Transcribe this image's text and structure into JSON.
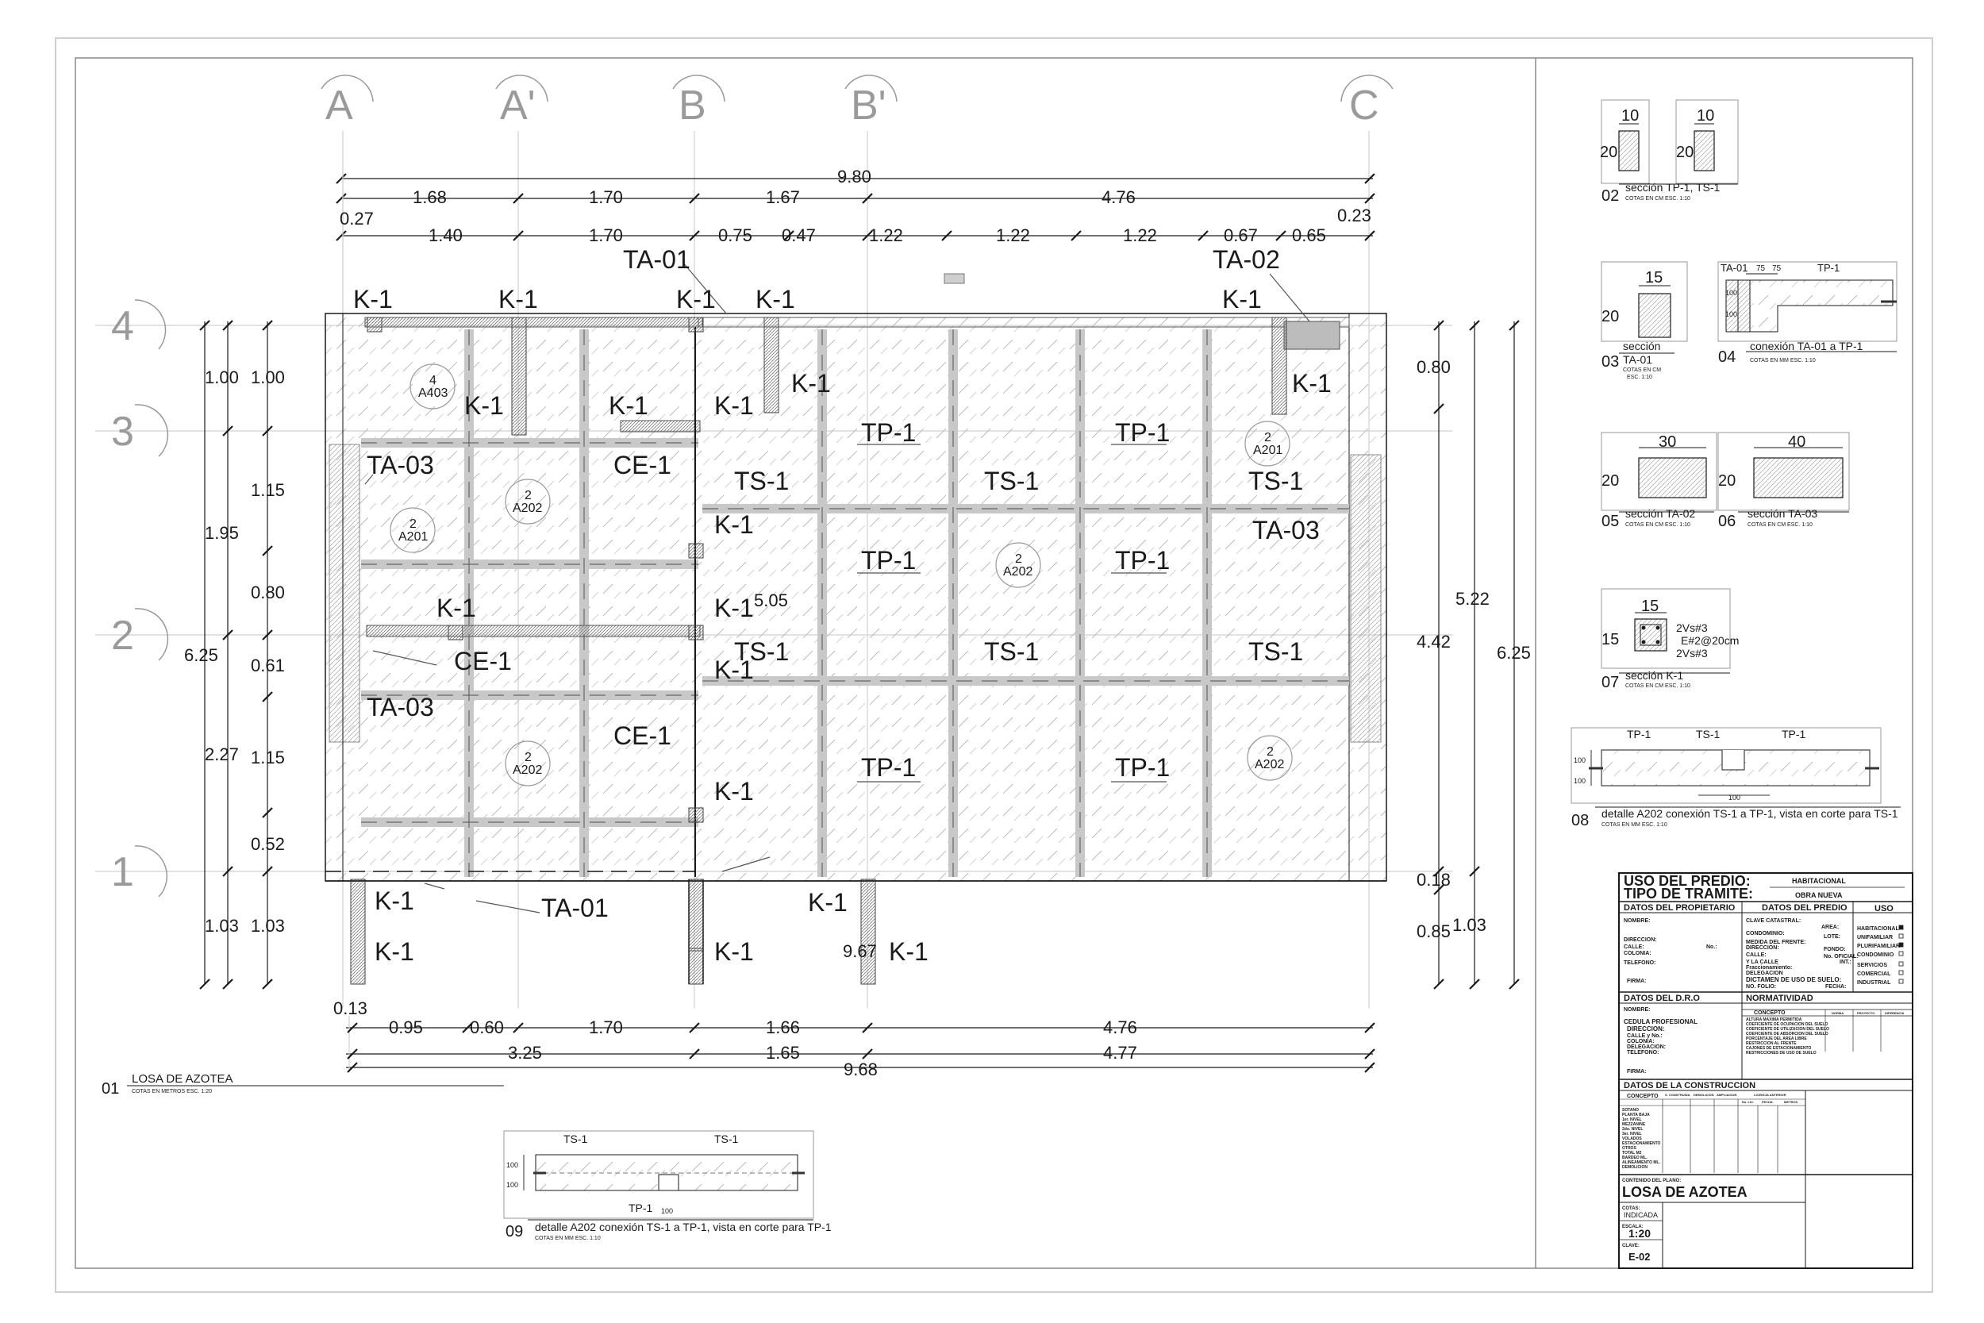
{
  "axes": {
    "columns": [
      "A",
      "A'",
      "B",
      "B'",
      "C"
    ],
    "rows": [
      "4",
      "3",
      "2",
      "1"
    ]
  },
  "dimensions": {
    "top_total": "9.80",
    "top_row1": [
      "1.68",
      "1.70",
      "1.67",
      "4.76"
    ],
    "top_row2": [
      "1.40",
      "1.70",
      "0.75",
      "0.47",
      "1.22",
      "1.22",
      "1.22",
      "0.67",
      "0.65"
    ],
    "top_left_offset": "0.27",
    "top_right_offset": "0.23",
    "bottom_row1": [
      "0.95",
      "0.60",
      "1.70",
      "1.66",
      "4.76"
    ],
    "bottom_row2": [
      "3.25",
      "1.65",
      "4.77"
    ],
    "bottom_total": "9.68",
    "bottom_left_offset": "0.13",
    "left_outer": "6.25",
    "left_mid": [
      "1.00",
      "1.95",
      "2.27",
      "1.03"
    ],
    "left_inner": [
      "1.00",
      "1.15",
      "0.80",
      "0.61",
      "1.15",
      "0.52",
      "1.03"
    ],
    "right_inner": [
      "0.80",
      "4.42",
      "0.18",
      "0.85"
    ],
    "right_mid": [
      "5.22",
      "1.03"
    ],
    "right_outer": "6.25",
    "center_v1": "5.05",
    "center_v2": "9.67"
  },
  "labels": {
    "k1": "K-1",
    "tp1": "TP-1",
    "ts1": "TS-1",
    "ce1": "CE-1",
    "ta01": "TA-01",
    "ta02": "TA-02",
    "ta03": "TA-03"
  },
  "detail_refs": [
    {
      "num": "4",
      "code": "A403"
    },
    {
      "num": "2",
      "code": "A201"
    },
    {
      "num": "2",
      "code": "A202"
    },
    {
      "num": "2",
      "code": "A202"
    },
    {
      "num": "2",
      "code": "A202"
    },
    {
      "num": "2",
      "code": "A201"
    },
    {
      "num": "2",
      "code": "A202"
    }
  ],
  "main_title": {
    "num": "01",
    "name": "LOSA DE AZOTEA",
    "note": "COTAS EN METROS ESC. 1:20"
  },
  "details": {
    "d02": {
      "num": "02",
      "name": "sección TP-1, TS-1",
      "note": "COTAS EN CM ESC. 1:10",
      "w": "10",
      "h": "20"
    },
    "d03": {
      "num": "03",
      "name_a": "sección",
      "name_b": "TA-01",
      "note_a": "COTAS EN CM",
      "note_b": "ESC. 1:10",
      "w": "15",
      "h": "20"
    },
    "d04": {
      "num": "04",
      "name": "conexión TA-01 a TP-1",
      "note": "COTAS EN MM ESC. 1:10",
      "ta": "TA-01",
      "tp": "TP-1",
      "d75": "75",
      "d100": "100"
    },
    "d05": {
      "num": "05",
      "name": "sección TA-02",
      "note": "COTAS EN CM ESC. 1:10",
      "w": "30",
      "h": "20"
    },
    "d06": {
      "num": "06",
      "name": "sección TA-03",
      "note": "COTAS EN CM ESC. 1:10",
      "w": "40",
      "h": "20"
    },
    "d07": {
      "num": "07",
      "name": "sección K-1",
      "note": "COTAS EN CM ESC. 1:10",
      "w": "15",
      "h": "15",
      "bars_top": "2Vs#3",
      "stirrups": "E#2@20cm",
      "bars_bottom": "2Vs#3"
    },
    "d08": {
      "num": "08",
      "name": "detalle A202 conexión TS-1 a TP-1, vista en corte para TS-1",
      "note": "COTAS EN MM ESC. 1:10",
      "tp": "TP-1",
      "ts": "TS-1",
      "d100": "100"
    },
    "d09": {
      "num": "09",
      "name": "detalle A202 conexión TS-1 a TP-1, vista en corte para TP-1",
      "note": "COTAS EN MM ESC. 1:10",
      "ts": "TS-1",
      "tp": "TP-1",
      "d100": "100"
    }
  },
  "title_block": {
    "uso_predio_label": "USO DEL PREDIO:",
    "uso_predio_value": "HABITACIONAL",
    "tipo_tramite_label": "TIPO DE TRAMITE:",
    "tipo_tramite_value": "OBRA NUEVA",
    "propietario_head": "DATOS DEL PROPIETARIO",
    "propietario_fields": [
      "NOMBRE:",
      "DIRECCION:",
      "CALLE:",
      "COLONIA:",
      "TELEFONO:",
      "FIRMA:"
    ],
    "propietario_no": "No.:",
    "predio_head": "DATOS DEL PREDIO",
    "predio_fields": [
      "CLAVE CATASTRAL:",
      "CONDOMINIO:",
      "MEDIDA DEL FRENTE:",
      "DIRECCION:",
      "CALLE:",
      "Y LA CALLE",
      "Fraccionamiento:",
      "DELEGACION",
      "DICTAMEN DE USO DE SUELO:",
      "NO. FOLIO:"
    ],
    "predio_right": [
      "AREA:",
      "LOTE:",
      "FONDO:",
      "No. OFICIAL:",
      "INT.:",
      "FECHA:"
    ],
    "uso_head": "USO",
    "uso_items": [
      "HABITACIONAL",
      "UNIFAMILIAR",
      "PLURIFAMILIAR",
      "CONDOMINIO",
      "SERVICIOS",
      "COMERCIAL",
      "INDUSTRIAL"
    ],
    "dro_head": "DATOS DEL D.R.O",
    "dro_fields": [
      "NOMBRE:",
      "CEDULA PROFESIONAL",
      "DIRECCION:",
      "CALLE y No.:",
      "COLONIA:",
      "DELEGACION:",
      "TELEFONO:",
      "FIRMA:"
    ],
    "norm_head": "NORMATIVIDAD",
    "norm_col": "CONCEPTO",
    "norm_cols": [
      "NORMA",
      "PROYECTO",
      "DIFERENCIA"
    ],
    "norm_rows": [
      "ALTURA MAXIMA PERMITIDA",
      "COEFICIENTE DE OCUPACION DEL SUELO",
      "COEFICIENTE DE UTILIZACION DEL SUELO",
      "COEFICIENTE DE ABSORCION DEL SUELO",
      "PORCENTAJE DEL AREA LIBRE",
      "RESTRICCION AL FRENTE",
      "CAJONES DE ESTACIONAMIENTO",
      "RESTRICCIONES DE USO DE SUELO"
    ],
    "const_head": "DATOS DE LA CONSTRUCCION",
    "const_col": "CONCEPTO",
    "const_cols": [
      "S. CONSTRUIDA",
      "DEMOLICION",
      "AMPLIACION",
      "LICENCIA ANTERIOR"
    ],
    "const_subcols": [
      "No. LIC.",
      "FECHA",
      "METROS"
    ],
    "const_rows": [
      "SOTANO",
      "PLANTA BAJA",
      "1er. NIVEL",
      "MEZZANINE",
      "2do. NIVEL",
      "3er. NIVEL",
      "VOLADOS",
      "ESTACIONAMIENTO",
      "OTROS",
      "TOTAL M2",
      "BARDEO ML.",
      "ALINEAMIENTO ML.",
      "DEMOLICION"
    ],
    "contenido_label": "CONTENIDO DEL PLANO:",
    "contenido_value": "LOSA DE AZOTEA",
    "cotas_label": "COTAS:",
    "cotas_value": "INDICADA",
    "escala_label": "ESCALA:",
    "escala_value": "1:20",
    "clave_label": "CLAVE:",
    "clave_value": "E-02"
  },
  "colors": {
    "line": "#1a1a1a",
    "axis": "#9a9a9a",
    "beam_fill": "#c8c8c8",
    "wall_hatch": "#b0b0b0"
  }
}
